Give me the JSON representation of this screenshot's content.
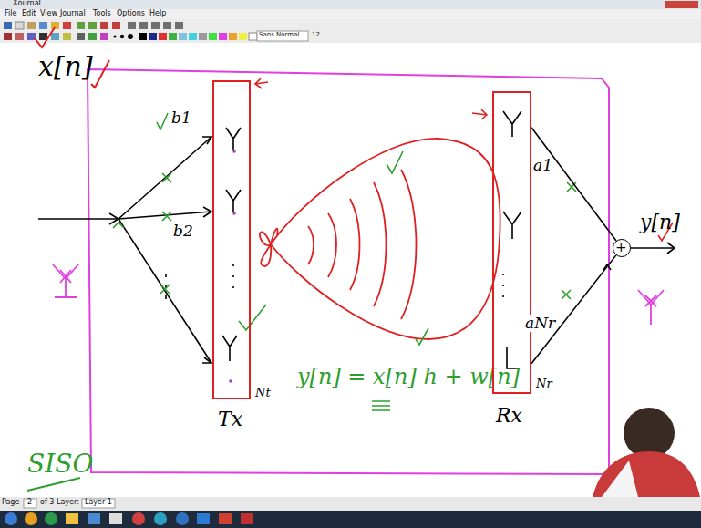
{
  "diagram": {
    "nodes": [
      {
        "text": [
          "Nt",
          "Tx"
        ]
      },
      {
        "text": [
          "Nr",
          "Rx"
        ]
      },
      {
        "text": [
          "+"
        ]
      }
    ],
    "edges": [
      {
        "from": 1,
        "to": 2,
        "arrow": "none",
        "label": "a1"
      },
      {
        "from": 1,
        "to": 2,
        "arrow": "none",
        "label": "aNr"
      }
    ],
    "labels": [
      "Xournal",
      "File",
      "Edit",
      "View",
      "Journal",
      "Tools",
      "Options",
      "Help",
      "Sans Normal",
      "12",
      "x[n]",
      "b1",
      "b2",
      "y[n]",
      "y[n] = x[n] h + w[n]",
      "SISO",
      "Page",
      "2",
      "of 3",
      "Layer:",
      "Layer 1"
    ]
  }
}
